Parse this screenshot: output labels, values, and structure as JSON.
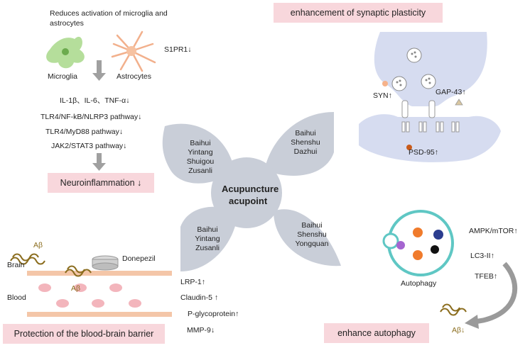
{
  "center": {
    "title_line1": "Acupuncture",
    "title_line2": "acupoint"
  },
  "petals": {
    "top_left": "Baihui\nYintang\nShuigou\nZusanli",
    "top_right": "Baihui\nShenshu\nDazhui",
    "bottom_left": "Baihui\nYintang\nZusanli",
    "bottom_right": "Baihui\nShenshu\nYongquan"
  },
  "neuro": {
    "header_line1": "Reduces activation of microglia and",
    "header_line2": "astrocytes",
    "microglia": "Microglia",
    "astrocytes": "Astrocytes",
    "s1pr1": "S1PR1↓",
    "cytokines": "IL-1β、IL-6、TNF-α↓",
    "pathways": [
      "TLR4/NF-kB/NLRP3 pathway↓",
      "TLR4/MyD88 pathway↓",
      "JAK2/STAT3 pathway↓"
    ],
    "box": "Neuroinflammation ↓"
  },
  "synapse": {
    "box": "enhancement of synaptic plasticity",
    "syn": "SYN↑",
    "gap43": "GAP-43↑",
    "psd95": "PSD-95↑"
  },
  "bbb": {
    "abeta_top": "Aβ",
    "abeta_mid": "Aβ",
    "donepezil": "Donepezil",
    "brain": "Brain",
    "blood": "Blood",
    "markers": [
      "LRP-1↑",
      "Claudin-5 ↑",
      "P-glycoprotein↑",
      "MMP-9↓"
    ],
    "box": "Protection of the blood-brain barrier"
  },
  "autophagy": {
    "label": "Autophagy",
    "markers": [
      "AMPK/mTOR↑",
      "LC3-II↑",
      "TFEB↑"
    ],
    "abeta": "Aβ↓",
    "box": "enhance autophagy"
  },
  "colors": {
    "petal": "#c9ced8",
    "box": "#f8d7dc",
    "synapse": "#d6dcf0",
    "autophagy_ring": "#5fc7c4"
  }
}
